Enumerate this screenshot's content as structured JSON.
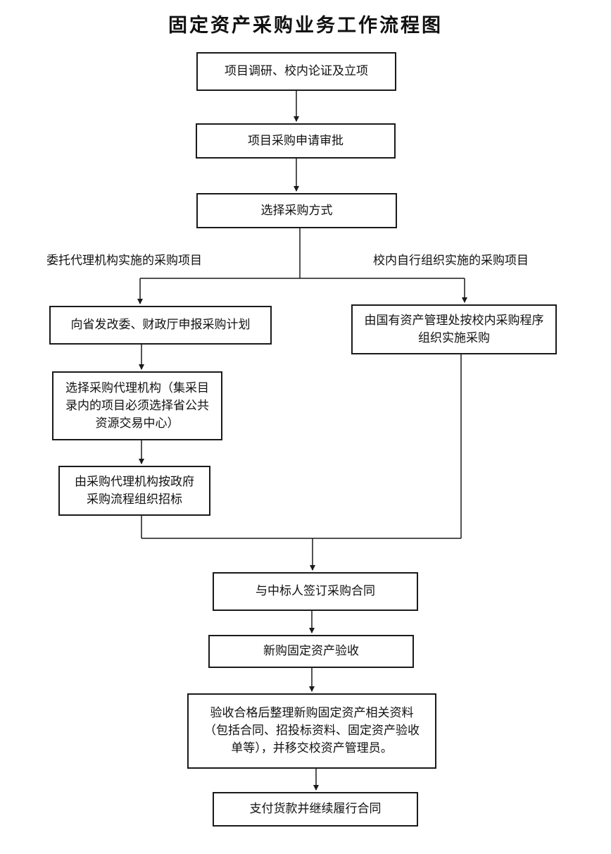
{
  "title": "固定资产采购业务工作流程图",
  "steps": {
    "s1": "项目调研、校内论证及立项",
    "s2": "项目采购申请审批",
    "s3": "选择采购方式",
    "left1": "向省发改委、财政厅申报采购计划",
    "left2": "选择采购代理机构（集采目录内的项目必须选择省公共资源交易中心）",
    "left3": "由采购代理机构按政府采购流程组织招标",
    "right1": "由国有资产管理处按校内采购程序组织实施采购",
    "s4": "与中标人签订采购合同",
    "s5": "新购固定资产验收",
    "s6": "验收合格后整理新购固定资产相关资料（包括合同、招投标资料、固定资产验收单等），并移交校资产管理员。",
    "s7": "支付货款并继续履行合同"
  },
  "branches": {
    "left": "委托代理机构实施的采购项目",
    "right": "校内自行组织实施的采购项目"
  }
}
